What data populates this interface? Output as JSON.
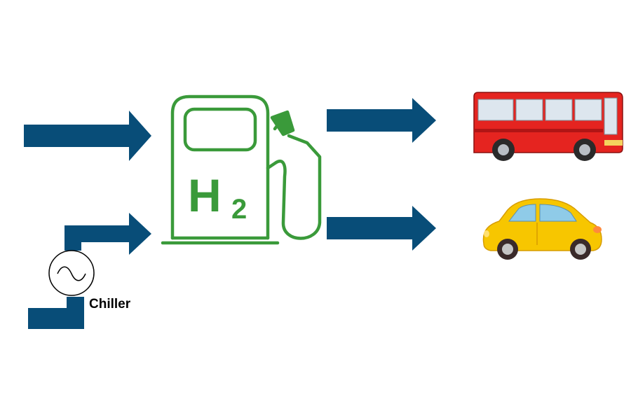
{
  "pump": {
    "label_main": "H",
    "label_sub": "2"
  },
  "chiller": {
    "label": "Chiller"
  },
  "colors": {
    "arrow": "#084d78",
    "pump_green": "#3a9a3a",
    "bus_red": "#e52420",
    "car_yellow": "#f7c600"
  },
  "icons": [
    "arrow-icon",
    "hydrogen-pump-icon",
    "chiller-icon",
    "bus-icon",
    "car-icon"
  ]
}
